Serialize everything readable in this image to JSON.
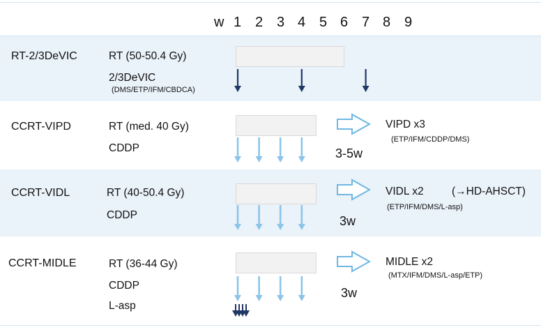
{
  "week_header": {
    "prefix": "w",
    "weeks": [
      "1",
      "2",
      "3",
      "4",
      "5",
      "6",
      "7",
      "8",
      "9"
    ]
  },
  "regimens": [
    {
      "name": "RT-2/3DeVIC",
      "lines": [
        "RT (50-50.4 Gy)",
        "2/3DeVIC"
      ],
      "subnote": "(DMS/ETP/IFM/CBDCA)",
      "chemo_weeks": [
        1,
        4,
        7
      ],
      "chemo_style": "dark",
      "gap_label": "",
      "followup": "",
      "followup_note": "",
      "extra": ""
    },
    {
      "name": "CCRT-VIPD",
      "lines": [
        "RT (med. 40 Gy)",
        "CDDP"
      ],
      "subnote": "",
      "chemo_weeks": [
        1,
        2,
        3,
        4
      ],
      "chemo_style": "light",
      "gap_label": "3-5w",
      "followup": "VIPD x3",
      "followup_note": "(ETP/IFM/CDDP/DMS)",
      "extra": ""
    },
    {
      "name": "CCRT-VIDL",
      "lines": [
        "RT (40-50.4 Gy)",
        "CDDP"
      ],
      "subnote": "",
      "chemo_weeks": [
        1,
        2,
        3,
        4
      ],
      "chemo_style": "light",
      "gap_label": "3w",
      "followup": "VIDL x2",
      "followup_note": "(ETP/IFM/DMS/L-asp)",
      "extra": "(→HD-AHSCT)"
    },
    {
      "name": "CCRT-MIDLE",
      "lines": [
        "RT (36-44 Gy)",
        "CDDP",
        "L-asp"
      ],
      "subnote": "",
      "chemo_weeks": [
        1,
        2,
        3,
        4
      ],
      "chemo_style": "light",
      "gap_label": "3w",
      "followup": "MIDLE x2",
      "followup_note": "(MTX/IFM/DMS/L-asp/ETP)",
      "extra": ""
    }
  ],
  "colors": {
    "band_shade": "#eaf2fa",
    "dark_arrow": "#1f3864",
    "light_arrow": "#8cc4e8",
    "block_arrow_stroke": "#6fb7e3",
    "rt_box_fill": "#f2f2f2"
  }
}
